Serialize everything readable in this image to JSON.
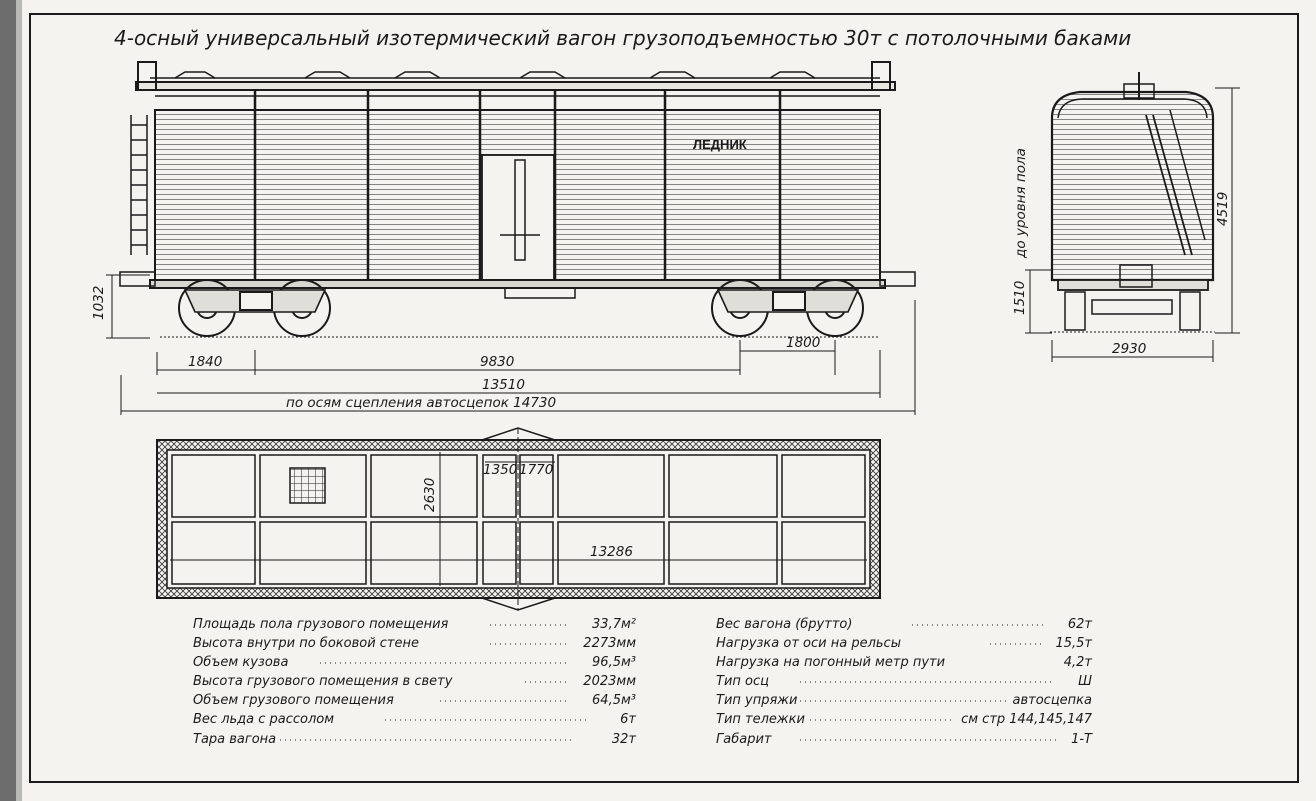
{
  "title": "4-осный универсальный изотермический вагон грузоподъемностью 30т с потолочными баками",
  "side_label": "ЛЕДНИК",
  "dimensions": {
    "side_height": "1032",
    "bogie_left": "1840",
    "base": "9830",
    "bogie_right": "1800",
    "frame": "13510",
    "couplers": "по осям сцепления автосцепок 14730",
    "floor_level_note": "до уровня пола",
    "end_low": "1510",
    "end_total": "4519",
    "end_width": "2930",
    "plan_width": "2630",
    "door_left": "1350",
    "door_right": "1770",
    "plan_length": "13286"
  },
  "specs_left": [
    {
      "label": "Площадь пола грузового помещения",
      "value": "33,7м²"
    },
    {
      "label": "Высота внутри по боковой стене",
      "value": "2273мм"
    },
    {
      "label": "Объем кузова",
      "value": "96,5м³"
    },
    {
      "label": "Высота грузового помещения в свету",
      "value": "2023мм"
    },
    {
      "label": "Объем грузового помещения",
      "value": "64,5м³"
    },
    {
      "label": "Вес льда с рассолом",
      "value": "6т"
    },
    {
      "label": "Тара вагона",
      "value": "32т"
    }
  ],
  "specs_right": [
    {
      "label": "Вес вагона (брутто)",
      "value": "62т"
    },
    {
      "label": "Нагрузка от оси на рельсы",
      "value": "15,5т"
    },
    {
      "label": "Нагрузка на погонный метр пути",
      "value": "4,2т"
    },
    {
      "label": "Тип осц",
      "value": "Ш"
    },
    {
      "label": "Тип упряжи",
      "value": "автосцепка"
    },
    {
      "label": "Тип тележки",
      "value": "см стр 144,145,147"
    },
    {
      "label": "Габарит",
      "value": "1-Т"
    }
  ]
}
